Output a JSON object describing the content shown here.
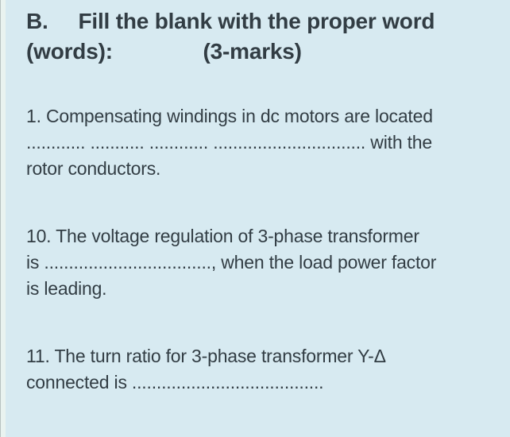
{
  "theme": {
    "background_color": "#d7eaf1",
    "left_strip_color": "#e9f3f0",
    "left_strip_edge_color": "#b7c3c1",
    "text_color": "#323d44"
  },
  "header": {
    "text": "B.     Fill the blank with the proper word\n(words):               (3-marks)"
  },
  "questions": [
    {
      "number": "1",
      "text": "1. Compensating windings in dc motors are located\n............ ........... ............ ............................... with the\nrotor conductors."
    },
    {
      "number": "10",
      "text": "10. The voltage regulation of 3-phase transformer\nis .................................., when the load power factor\nis leading."
    },
    {
      "number": "11",
      "text": "11. The turn ratio for 3-phase transformer Y-Δ\nconnected is ......................................."
    }
  ]
}
